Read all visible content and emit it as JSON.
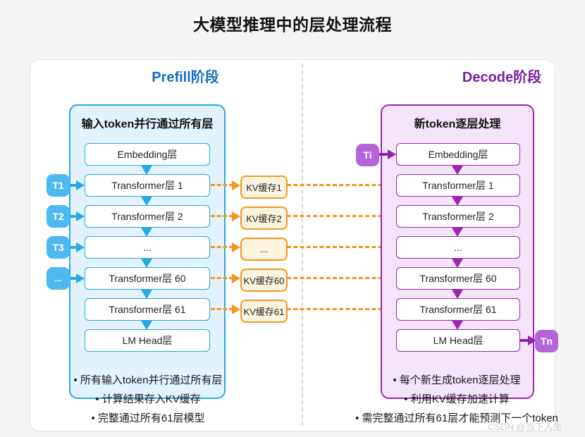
{
  "title": "大模型推理中的层处理流程",
  "prefill": {
    "header": "Prefill阶段",
    "panel_title": "输入token并行通过所有层",
    "layers": [
      "Embedding层",
      "Transformer层 1",
      "Transformer层 2",
      "...",
      "Transformer层 60",
      "Transformer层 61",
      "LM Head层"
    ],
    "tokens": [
      "T1",
      "T2",
      "T3",
      "..."
    ],
    "bullets": [
      "• 所有输入token并行通过所有层",
      "• 计算结果存入KV缓存",
      "• 完整通过所有61层模型"
    ]
  },
  "kv_cache": {
    "items": [
      "KV缓存1",
      "KV缓存2",
      "...",
      "KV缓存60",
      "KV缓存61"
    ]
  },
  "decode": {
    "header": "Decode阶段",
    "panel_title": "新token逐层处理",
    "layers": [
      "Embedding层",
      "Transformer层 1",
      "Transformer层 2",
      "...",
      "Transformer层 60",
      "Transformer层 61",
      "LM Head层"
    ],
    "token_in": "Ti",
    "token_out": "Tn",
    "bullets": [
      "• 每个新生成token逐层处理",
      "• 利用KV缓存加速计算",
      "• 需完整通过所有61层才能预测下一个token"
    ]
  },
  "watermark": "CSDN @当下人生",
  "colors": {
    "prefill_accent": "#29a8e2",
    "prefill_header": "#166fc1",
    "prefill_fill": "#e2f3fd",
    "prefill_badge": "#4db9f0",
    "decode_accent": "#9c27b0",
    "decode_header": "#7b1fa2",
    "decode_fill": "#f3e4f9",
    "decode_badge": "#b564d8",
    "kv_accent": "#f7941d",
    "kv_fill": "#fdf4dd"
  }
}
